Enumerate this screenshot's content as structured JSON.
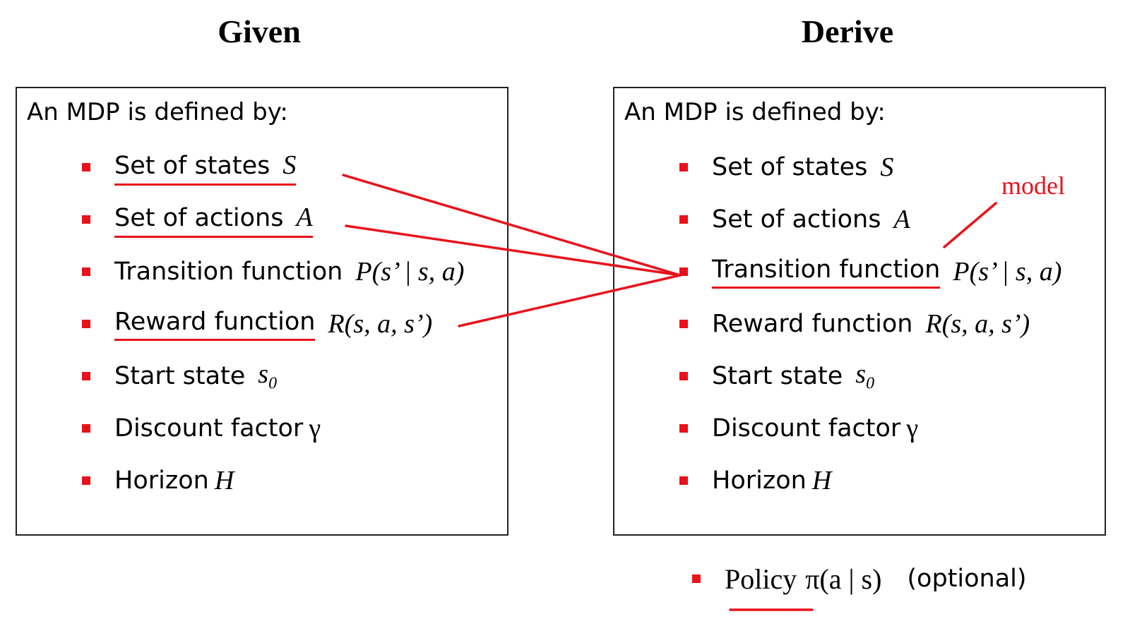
{
  "headings": {
    "given": "Given",
    "derive": "Derive"
  },
  "given_panel": {
    "title": "An MDP is defined by:",
    "items": [
      {
        "label": "Set of states",
        "symbol": "S",
        "underlined": true
      },
      {
        "label": "Set of actions",
        "symbol": "A",
        "underlined": true
      },
      {
        "label": "Transition function",
        "symbol": "P(s’ | s, a)",
        "underlined": false
      },
      {
        "label": "Reward function",
        "symbol": "R(s, a, s’)",
        "underlined": true
      },
      {
        "label": "Start state",
        "symbol": "s",
        "symbol_sub": "0",
        "underlined": false
      },
      {
        "label": "Discount factor",
        "symbol": "γ",
        "underlined": false
      },
      {
        "label": "Horizon",
        "symbol": "H",
        "underlined": false
      }
    ]
  },
  "derive_panel": {
    "title": "An MDP is defined by:",
    "items": [
      {
        "label": "Set of states",
        "symbol": "S",
        "underlined": false
      },
      {
        "label": "Set of actions",
        "symbol": "A",
        "underlined": false
      },
      {
        "label": "Transition function",
        "symbol": "P(s’ | s, a)",
        "underlined": true
      },
      {
        "label": "Reward function",
        "symbol": "R(s, a, s’)",
        "underlined": false
      },
      {
        "label": "Start state",
        "symbol": "s",
        "symbol_sub": "0",
        "underlined": false
      },
      {
        "label": "Discount factor",
        "symbol": "γ",
        "underlined": false
      },
      {
        "label": "Horizon",
        "symbol": "H",
        "underlined": false
      }
    ]
  },
  "annotation": {
    "model_label": "model"
  },
  "policy": {
    "label": "Policy",
    "symbol": "π(a | s)",
    "note": "(optional)"
  },
  "colors": {
    "accent": "#e8121b",
    "border": "#222222",
    "text": "#000000"
  }
}
